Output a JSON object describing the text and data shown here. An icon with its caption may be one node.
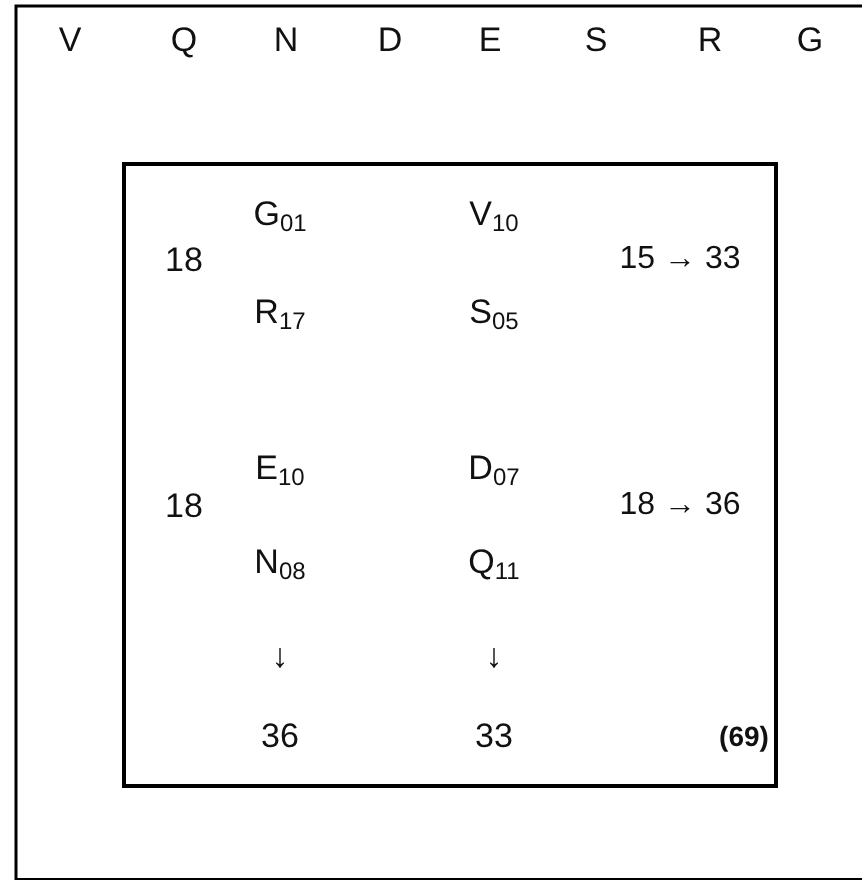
{
  "diagram": {
    "labels": [
      "V",
      "Q",
      "N",
      "D",
      "E",
      "S",
      "R",
      "G",
      "G$_{01}$",
      "V$_{10}$",
      "18",
      "15 → 33",
      "R$_{17}$",
      "S$_{05}$",
      "E$_{10}$",
      "D$_{07}$",
      "18",
      "18 → 36",
      "N$_{08}$",
      "Q$_{11}$",
      "↓",
      "↓",
      "36",
      "33",
      "(69)"
    ]
  }
}
